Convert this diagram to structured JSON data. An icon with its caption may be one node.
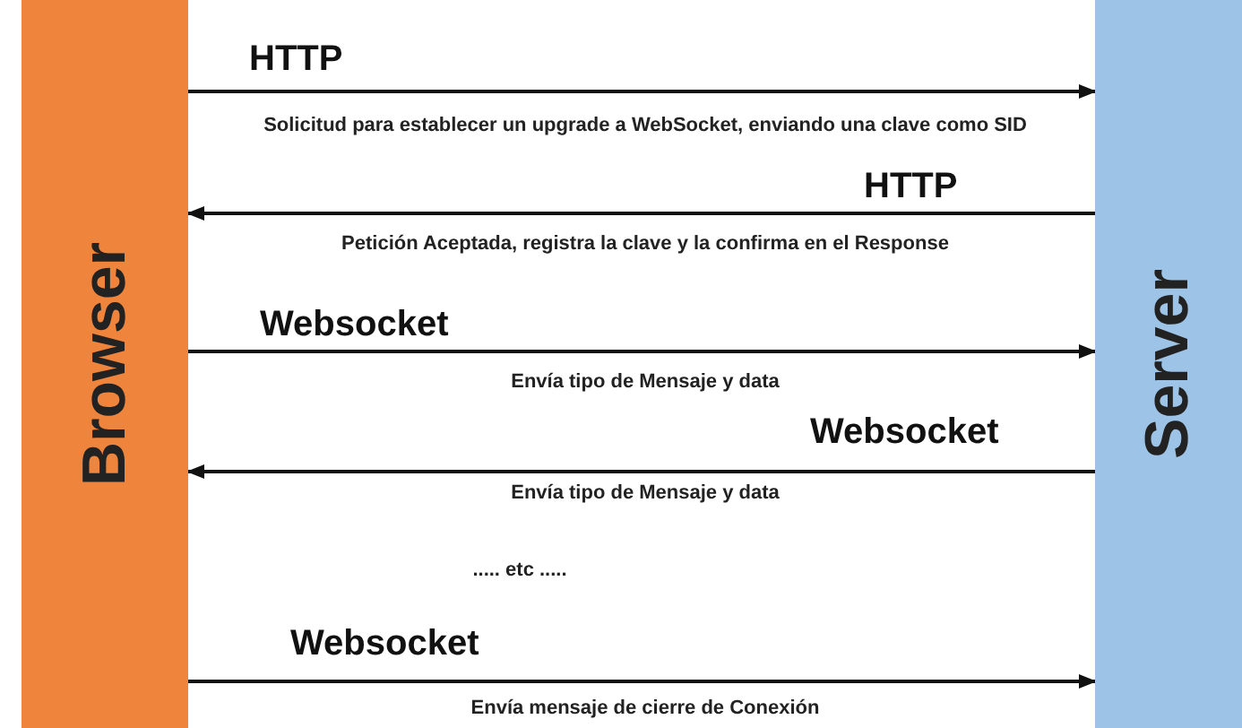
{
  "diagram": {
    "nodes": [
      {
        "text": [
          "Browser"
        ]
      },
      {
        "text": [
          "Server"
        ]
      }
    ],
    "edges": [
      {
        "from": 0,
        "to": 1,
        "arrow": "to",
        "label": "HTTP"
      },
      {
        "from": 1,
        "to": 0,
        "arrow": "to",
        "label": "HTTP"
      },
      {
        "from": 0,
        "to": 1,
        "arrow": "to",
        "label": "Websocket"
      },
      {
        "from": 1,
        "to": 0,
        "arrow": "to",
        "label": "Websocket"
      },
      {
        "from": 0,
        "to": 1,
        "arrow": "to",
        "label": "Websocket"
      }
    ],
    "labels": [
      "Solicitud para establecer un upgrade a WebSocket, enviando una clave como SID",
      "Petición Aceptada, registra la clave y la confirma en el Response",
      "Envía tipo de Mensaje y data",
      "Envía tipo de Mensaje y data",
      "..... etc .....",
      "Envía mensaje de cierre de Conexión"
    ]
  }
}
